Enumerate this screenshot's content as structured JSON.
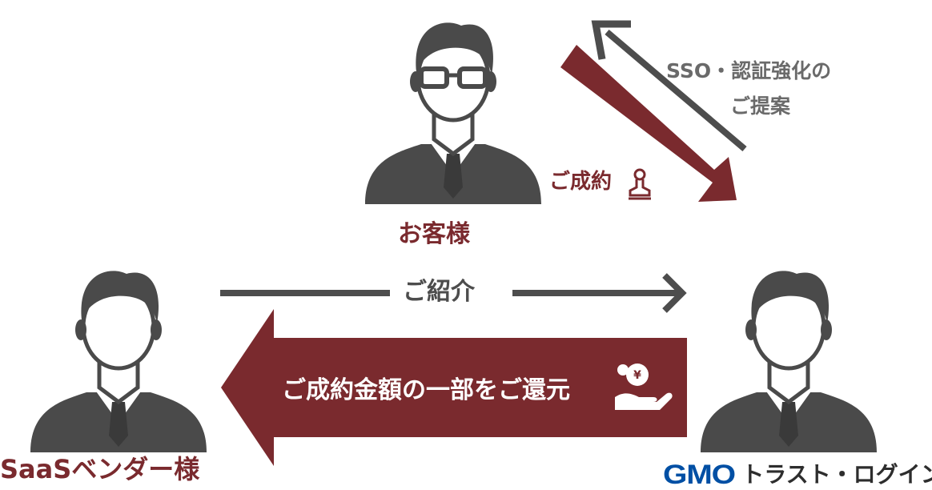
{
  "customer": {
    "label": "お客様"
  },
  "vendor": {
    "label": "SaaSベンダー様"
  },
  "partner": {
    "logo_mark": "GMO",
    "logo_text": "トラスト・ログイン"
  },
  "arrows": {
    "proposal_line1": "SSO・認証強化の",
    "proposal_line2": "ご提案",
    "contract": "ご成約",
    "introduction": "ご紹介",
    "refund": "ご成約金額の一部をご還元"
  },
  "icons": {
    "contract": "stamp-icon",
    "refund": "coin-hand-icon"
  },
  "colors": {
    "accent": "#7a2a2e",
    "dark": "#4d4d4d",
    "person": "#4a4a4a",
    "logo": "#004fa4"
  }
}
